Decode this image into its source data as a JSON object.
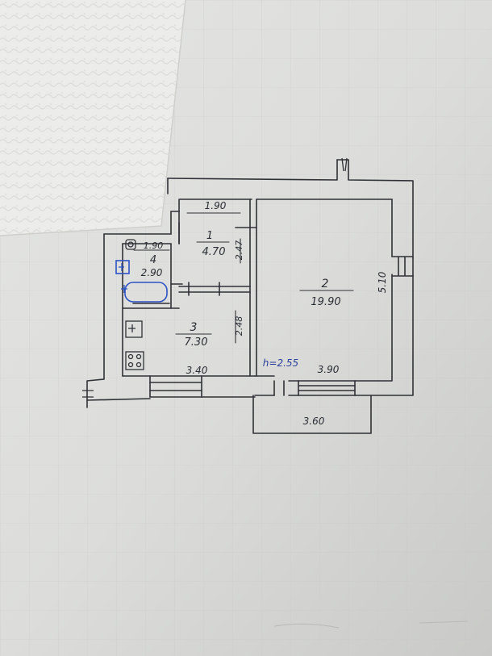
{
  "rooms": [
    {
      "number": "1",
      "area": "4.70"
    },
    {
      "number": "2",
      "area": "19.90"
    },
    {
      "number": "3",
      "area": "7.30"
    },
    {
      "number": "4",
      "area": "2.90"
    }
  ],
  "dimensions": {
    "corridor_top": "1.90",
    "bathroom_top": "1.90",
    "corridor_side": "2.47",
    "kitchen_side": "2.48",
    "kitchen_bottom": "3.40",
    "room_right": "5.10",
    "room_bottom": "3.90",
    "balcony": "3.60"
  },
  "ceiling_height": "h=2.55"
}
